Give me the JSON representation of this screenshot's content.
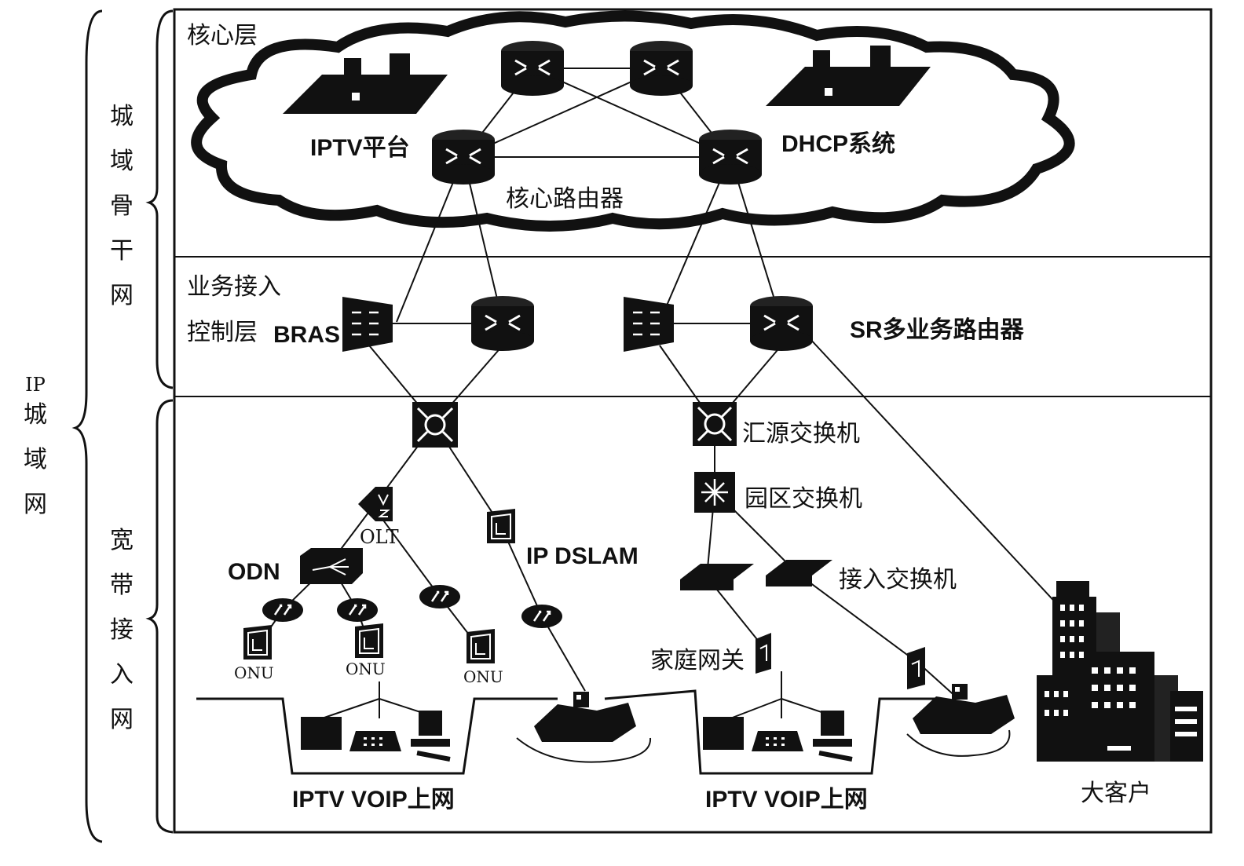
{
  "side_labels": {
    "outer": [
      "IP",
      "城",
      "域",
      "网"
    ],
    "backbone": [
      "城",
      "域",
      "骨",
      "干",
      "网"
    ],
    "access": [
      "宽",
      "带",
      "接",
      "入",
      "网"
    ]
  },
  "layers": {
    "core": "核心层",
    "control_line1": "业务接入",
    "control_line2": "控制层"
  },
  "nodes": {
    "iptv_platform": "IPTV平台",
    "dhcp_system": "DHCP系统",
    "core_router": "核心路由器",
    "bras": "BRAS",
    "sr_router": "SR多业务路由器",
    "agg_switch": "汇源交换机",
    "campus_switch": "园区交换机",
    "olt": "OLT",
    "odn": "ODN",
    "ip_dslam": "IP DSLAM",
    "access_switch": "接入交换机",
    "onu": "ONU",
    "home_gateway": "家庭网关",
    "big_customer": "大客户"
  },
  "services": {
    "left": "IPTV VOIP上网",
    "right": "IPTV VOIP上网"
  },
  "colors": {
    "line": "#111111",
    "device": "#111111",
    "background": "#ffffff"
  }
}
